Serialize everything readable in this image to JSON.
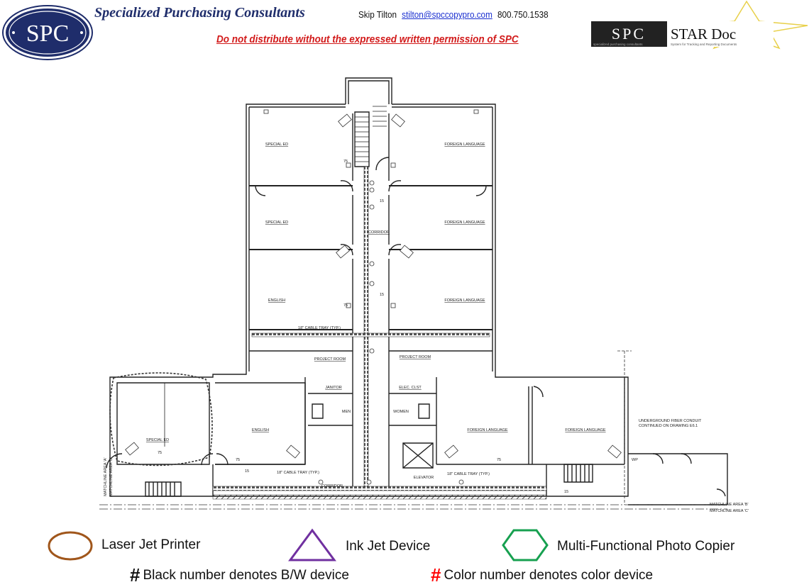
{
  "header": {
    "logo_text": "SPC",
    "company": "Specialized Purchasing Consultants",
    "contact_name": "Skip Tilton",
    "contact_email": "stilton@spccopypro.com",
    "contact_phone": "800.750.1538",
    "warning": "Do not distribute without the expressed written permission of SPC",
    "stardoc_logo": {
      "left": "SPC",
      "right": "STAR Doc",
      "tagline_left": "specialized purchasing consultants",
      "tagline_right": "System for Tracking and Reporting Documents"
    }
  },
  "plan": {
    "rooms": {
      "special_ed_1": "SPECIAL ED",
      "special_ed_2": "SPECIAL ED",
      "english_1": "ENGLISH",
      "foreign_1": "FOREIGN LANGUAGE",
      "foreign_2": "FOREIGN LANGUAGE",
      "foreign_3": "FOREIGN LANGUAGE",
      "corridor": "CORRIDOR",
      "project_left": "PROJECT ROOM",
      "project_right": "PROJECT ROOM",
      "special_ed_3": "SPECIAL ED",
      "english_2": "ENGLISH",
      "janitor": "JANITOR",
      "elec": "ELEC. CLST",
      "men": "MEN",
      "women": "WOMEN",
      "elevator": "ELEVATOR",
      "foreign_4": "FOREIGN LANGUAGE",
      "foreign_5": "FOREIGN LANGUAGE",
      "corridor_south": "CORRIDOR"
    },
    "notes": {
      "cable_tray_north": "18\" CABLE TRAY (TYP.)",
      "cable_tray_sw": "18\" CABLE TRAY (TYP.)",
      "cable_tray_se": "18\" CABLE TRAY (TYP.)",
      "fiber_1": "UNDERGROUND FIBER CONDUIT",
      "fiber_2": "CONTINUED ON DRAWING E6.1",
      "matchline_a1": "MATCHLINE AREA 'A'",
      "matchline_a2": "MATCHLINE AREA 'C'",
      "matchline_b1": "MATCHLINE AREA 'B'",
      "matchline_b2": "MATCHLINE AREA 'C'",
      "wp": "WP"
    },
    "device_numbers": {
      "n75": "75",
      "n15": "15"
    }
  },
  "legend": {
    "laser": {
      "label": "Laser Jet Printer",
      "color": "#a0561b"
    },
    "inkjet": {
      "label": "Ink Jet Device",
      "color": "#7030a0"
    },
    "mfp": {
      "label": "Multi-Functional Photo Copier",
      "color": "#17a050"
    },
    "bw_symbol": "#",
    "bw_note": "Black number denotes B/W device",
    "color_symbol": "#",
    "color_note": "Color number denotes color device",
    "color_symbol_color": "#ff0000"
  }
}
